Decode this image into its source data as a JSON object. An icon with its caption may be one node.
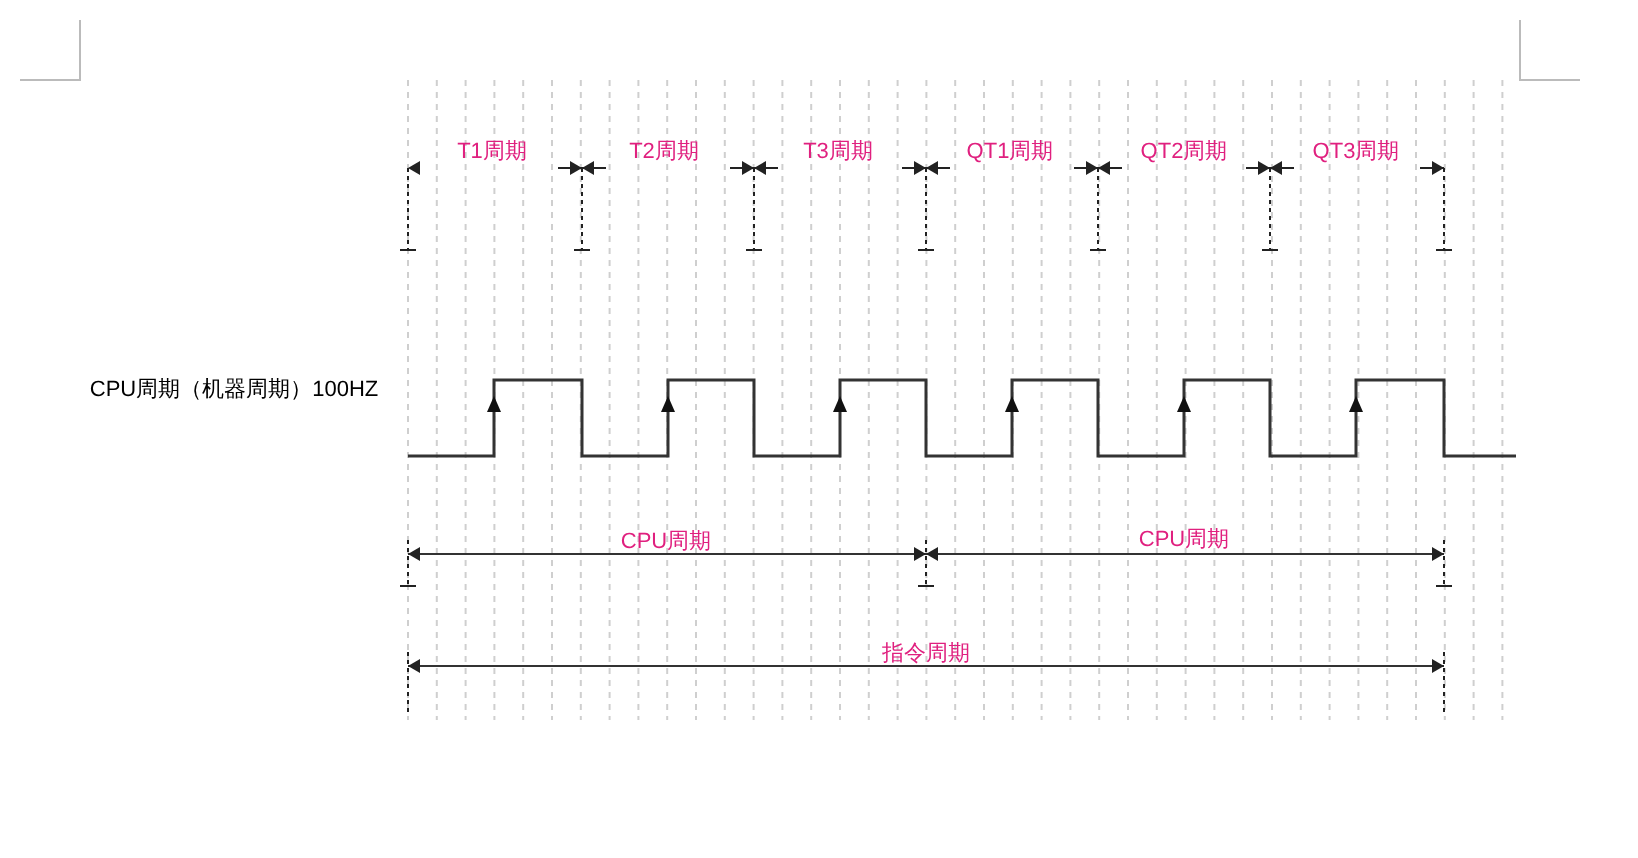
{
  "diagram": {
    "labels": [
      "T1周期",
      "T2周期",
      "T3周期",
      "QT1周期",
      "QT2周期",
      "QT3周期",
      "CPU周期（机器周期）100HZ",
      "CPU周期",
      "CPU周期",
      "指令周期"
    ]
  }
}
